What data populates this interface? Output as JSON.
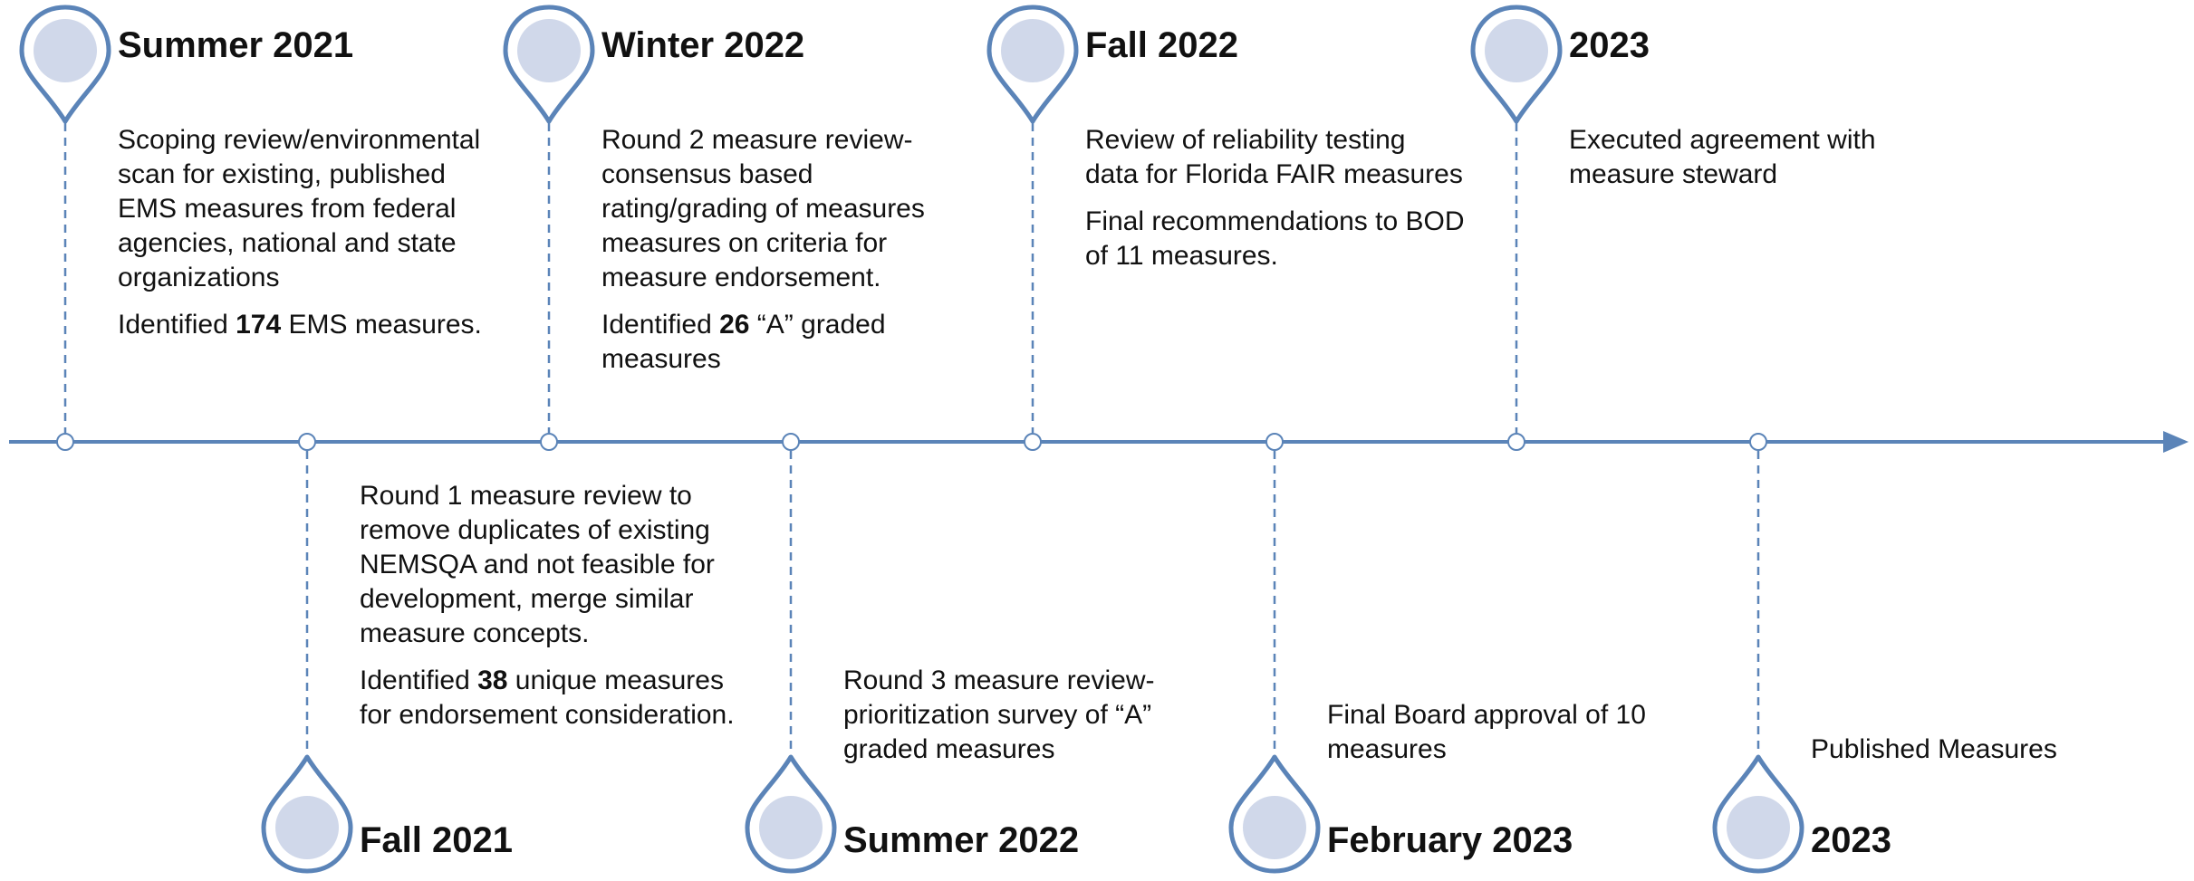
{
  "events": [
    {
      "id": "summer-2021",
      "title": "Summer 2021",
      "paragraphs": [
        [
          "Scoping review/environmental scan for existing, published EMS measures from federal agencies, national and state organizations"
        ],
        [
          "Identified ",
          {
            "b": "174"
          },
          " EMS measures."
        ]
      ]
    },
    {
      "id": "fall-2021",
      "title": "Fall 2021",
      "paragraphs": [
        [
          "Round 1 measure review to remove duplicates of existing NEMSQA and not feasible for development, merge similar measure concepts."
        ],
        [
          "Identified ",
          {
            "b": "38"
          },
          " unique measures for endorsement consideration."
        ]
      ]
    },
    {
      "id": "winter-2022",
      "title": "Winter 2022",
      "paragraphs": [
        [
          "Round 2 measure review- consensus based rating/grading of measures measures on criteria for measure endorsement."
        ],
        [
          "Identified ",
          {
            "b": "26"
          },
          " “A” graded measures"
        ]
      ]
    },
    {
      "id": "summer-2022",
      "title": "Summer 2022",
      "paragraphs": [
        [
          "Round 3 measure review- prioritization survey of “A” graded measures"
        ]
      ]
    },
    {
      "id": "fall-2022",
      "title": "Fall 2022",
      "paragraphs": [
        [
          "Review of reliability testing data for Florida FAIR measures"
        ],
        [
          "Final recommendations to BOD of 11 measures."
        ]
      ]
    },
    {
      "id": "february-2023",
      "title": "February 2023",
      "paragraphs": [
        [
          "Final Board approval of 10 measures"
        ]
      ]
    },
    {
      "id": "2023-executed",
      "title": "2023",
      "paragraphs": [
        [
          "Executed agreement with measure steward"
        ]
      ]
    },
    {
      "id": "2023-published",
      "title": "2023",
      "paragraphs": [
        [
          "Published Measures"
        ]
      ]
    }
  ],
  "colors": {
    "line": "#5b84b8",
    "pin_fill": "#d0d8ea",
    "marker_fill": "#ffffff"
  },
  "icons": {
    "pin": "map-pin-icon",
    "arrow": "arrow-right-icon",
    "marker": "circle-marker-icon"
  }
}
